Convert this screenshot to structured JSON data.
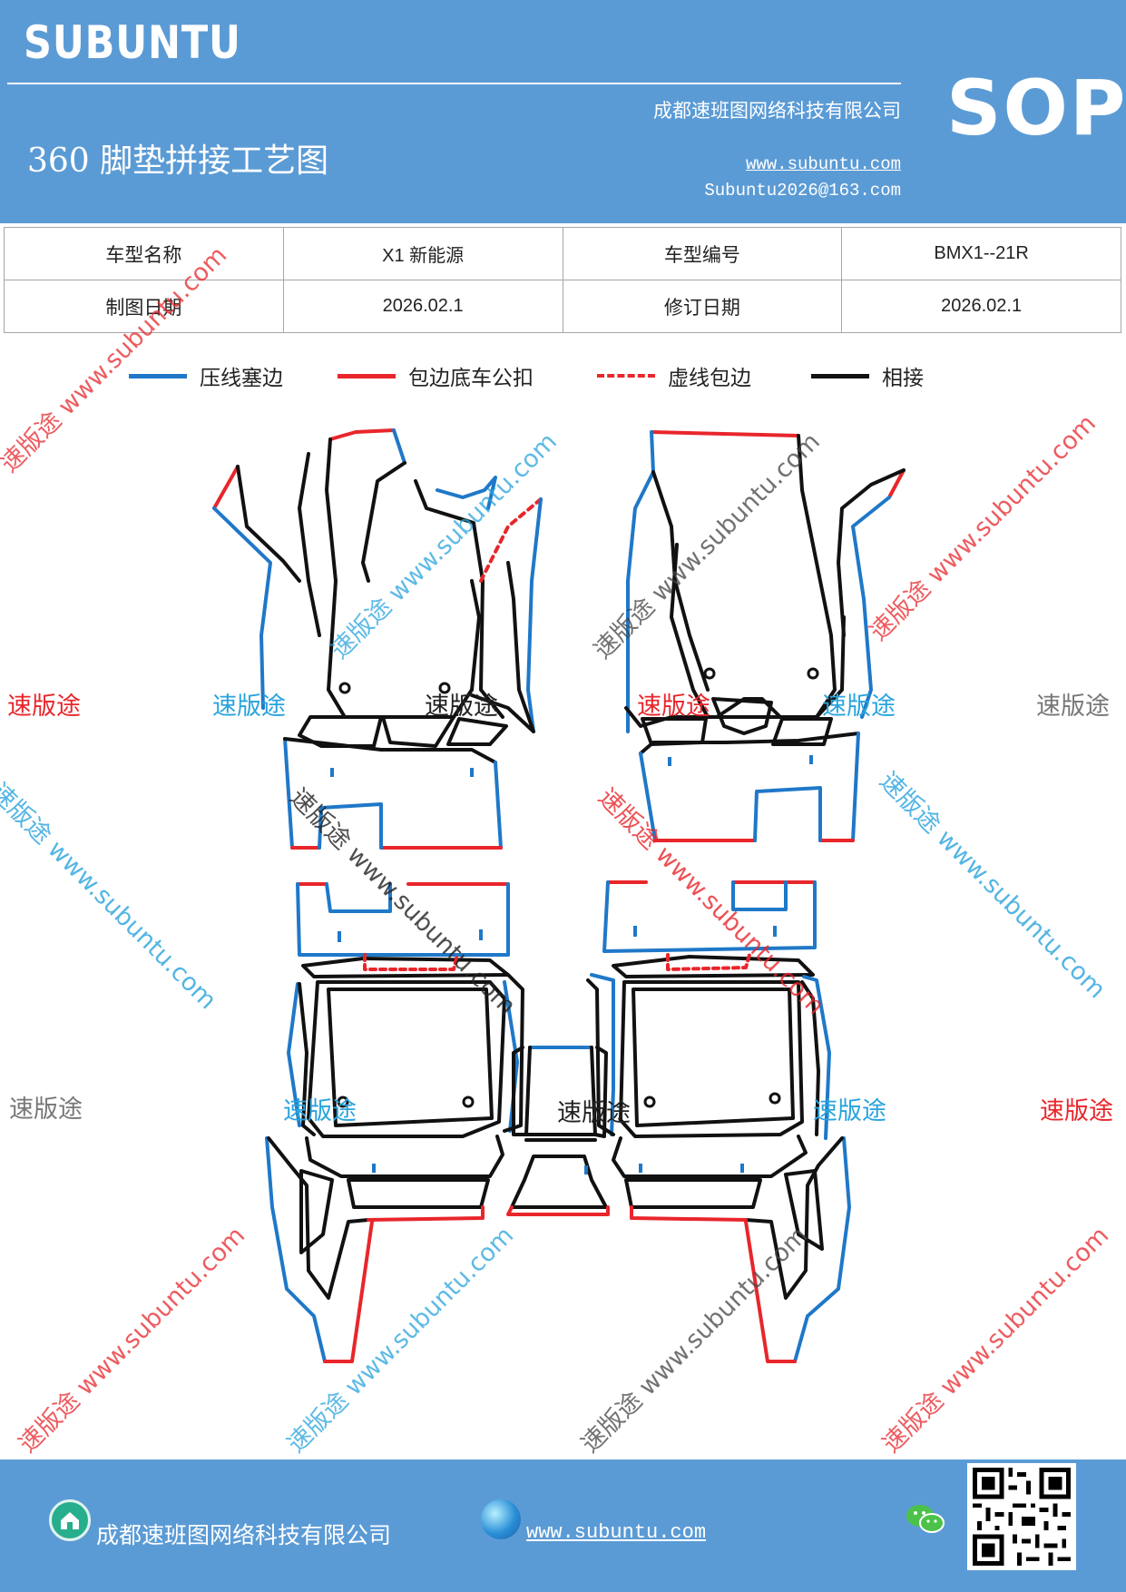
{
  "header": {
    "brand": "SUBUNTU",
    "company": "成都速班图网络科技有限公司",
    "title": "360 脚垫拼接工艺图",
    "website": "www.subuntu.com",
    "email": "Subuntu2026@163.com",
    "badge": "SOP"
  },
  "info_table": {
    "rows": [
      [
        {
          "label": "车型名称",
          "value": "X1 新能源"
        },
        {
          "label": "车型编号",
          "value": "BMX1--21R"
        }
      ],
      [
        {
          "label": "制图日期",
          "value": "2026.02.1"
        },
        {
          "label": "修订日期",
          "value": "2026.02.1"
        }
      ]
    ]
  },
  "legend": [
    {
      "label": "压线塞边",
      "color": "#1f78c8",
      "style": "solid"
    },
    {
      "label": "包边底车公扣",
      "color": "#e8262b",
      "style": "solid"
    },
    {
      "label": "虚线包边",
      "color": "#e8262b",
      "style": "dashed"
    },
    {
      "label": "相接",
      "color": "#111111",
      "style": "solid"
    }
  ],
  "watermarks": {
    "brand_cn": "速版途",
    "url": "www.subuntu.com",
    "combined": "速版途 www.subuntu.com"
  },
  "colors": {
    "header_bg": "#5b9bd5",
    "blue_line": "#1f78c8",
    "red_line": "#e8262b",
    "black_line": "#111111"
  },
  "footer": {
    "company": "成都速班图网络科技有限公司",
    "website": "www.subuntu.com",
    "icons": [
      "home-icon",
      "globe-icon",
      "wechat-icon",
      "qr-code"
    ]
  }
}
